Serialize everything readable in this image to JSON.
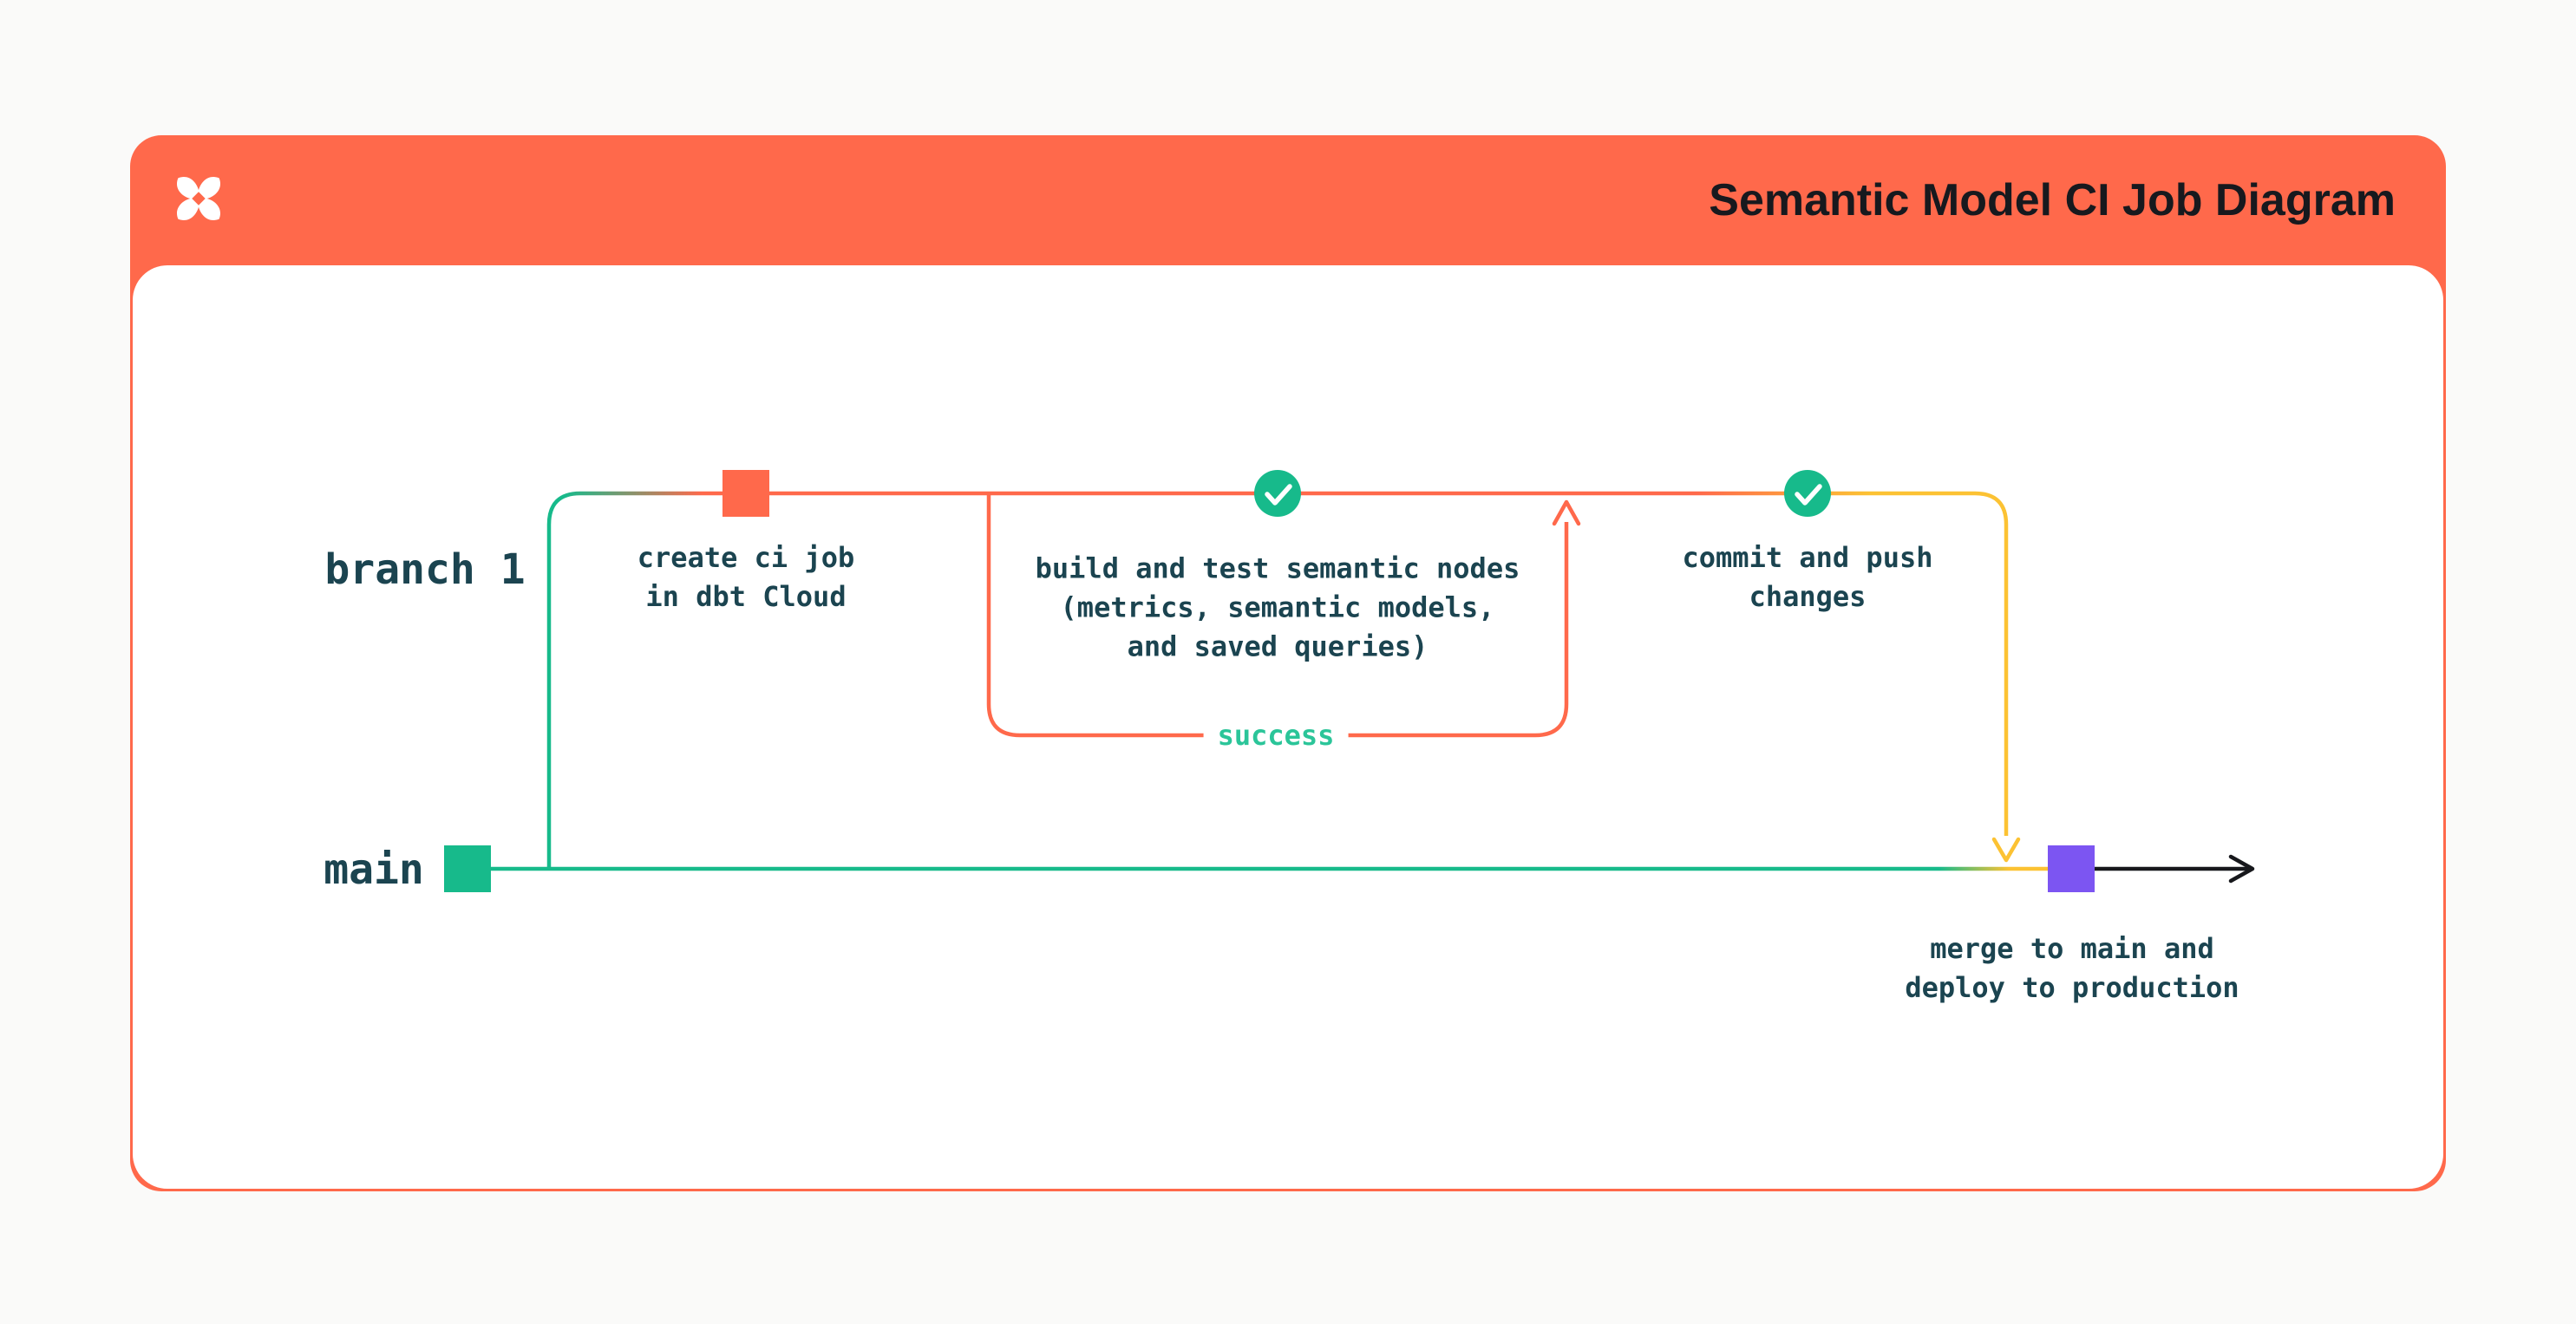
{
  "header": {
    "title": "Semantic Model CI Job Diagram",
    "logo_icon": "dbt-pinwheel-logo"
  },
  "diagram": {
    "branch_label": "branch 1",
    "main_label": "main",
    "steps": {
      "create_ci": {
        "line1": "create ci job",
        "line2": "in dbt Cloud"
      },
      "build_test": {
        "line1": "build and test semantic nodes",
        "line2": "(metrics, semantic models,",
        "line3": "and saved queries)"
      },
      "commit_push": {
        "line1": "commit and push",
        "line2": "changes"
      },
      "merge": {
        "line1": "merge to main and",
        "line2": "deploy to production"
      }
    },
    "loop": {
      "success_label": "success"
    },
    "icons": {
      "status_checks": "check-circle-icon",
      "flow_end": "right-arrow-icon"
    },
    "colors": {
      "brand_orange": "#FF694B",
      "teal_green": "#17BA8B",
      "success_green": "#2BC599",
      "yellow": "#FCC233",
      "purple": "#7C55F2",
      "text_dark": "#1B4450",
      "title_dark": "#17191E",
      "page_background": "#FAFAF9",
      "card_background": "#FFFFFF"
    }
  }
}
